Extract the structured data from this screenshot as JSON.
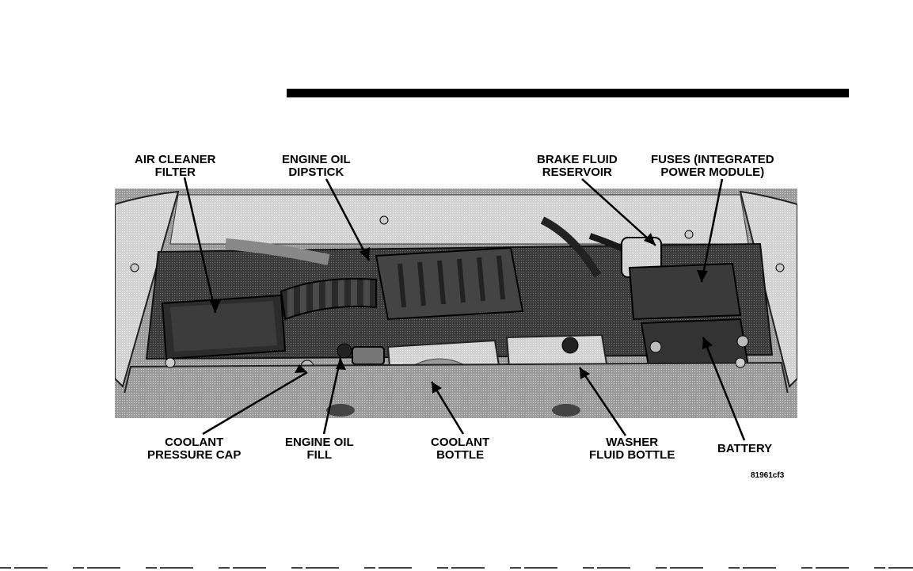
{
  "labels": {
    "air_cleaner_filter": [
      "AIR CLEANER",
      "FILTER"
    ],
    "engine_oil_dipstick": [
      "ENGINE OIL",
      "DIPSTICK"
    ],
    "brake_fluid_reservoir": [
      "BRAKE FLUID",
      "RESERVOIR"
    ],
    "fuses": [
      "FUSES (INTEGRATED",
      "POWER MODULE)"
    ],
    "coolant_pressure_cap": [
      "COOLANT",
      "PRESSURE CAP"
    ],
    "engine_oil_fill": [
      "ENGINE OIL",
      "FILL"
    ],
    "coolant_bottle": [
      "COOLANT",
      "BOTTLE"
    ],
    "washer_fluid_bottle": [
      "WASHER",
      "FLUID BOTTLE"
    ],
    "battery": [
      "BATTERY"
    ]
  },
  "figure_id": "81961cf3"
}
